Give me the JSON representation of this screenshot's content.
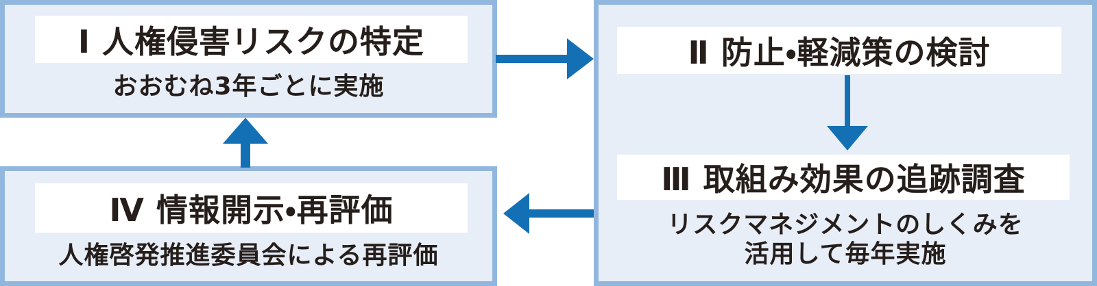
{
  "steps": {
    "step1": {
      "title": "Ⅰ 人権侵害リスクの特定",
      "subtitle": "おおむね3年ごとに実施"
    },
    "step2": {
      "title": "Ⅱ 防止・軽減策の検討"
    },
    "step3": {
      "title": "Ⅲ 取組み効果の追跡調査",
      "subtitle_line1": "リスクマネジメントのしくみを",
      "subtitle_line2": "活用して毎年実施"
    },
    "step4": {
      "title": "Ⅳ 情報開示・再評価",
      "subtitle": "人権啓発推進委員会による再評価"
    }
  },
  "arrows": {
    "step1_to_step2": "right-arrow",
    "step2_to_step3": "down-arrow",
    "step3_to_step4": "left-arrow",
    "step4_to_step1": "up-arrow"
  },
  "colors": {
    "arrow": "#1470b5",
    "panel_border": "#92b7de",
    "panel_fill": "#e8eef8",
    "box_background": "#ffffff",
    "text": "#251e1b"
  }
}
